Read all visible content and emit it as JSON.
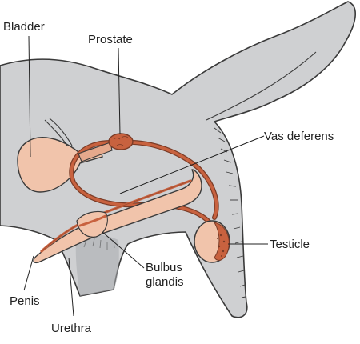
{
  "labels": {
    "bladder": "Bladder",
    "prostate": "Prostate",
    "vas_deferens": "Vas deferens",
    "testicle": "Testicle",
    "bulbus_line1": "Bulbus",
    "bulbus_line2": "glandis",
    "penis": "Penis",
    "urethra": "Urethra"
  },
  "colors": {
    "body": "#cfd0d2",
    "outline": "#3a3a3a",
    "organ_fill": "#f1c4ab",
    "duct": "#c8623f",
    "duct_outline": "#7a3b26",
    "testicle_core": "#c8623f",
    "leader": "#222222"
  }
}
